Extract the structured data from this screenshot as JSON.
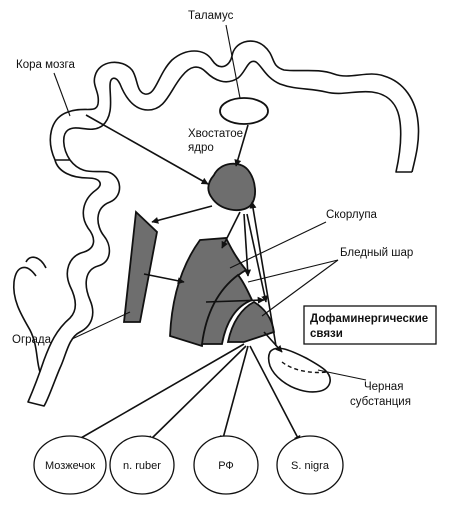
{
  "labels": {
    "thalamus": "Таламус",
    "cortex": "Кора мозга",
    "caudate_line1": "Хвостатое",
    "caudate_line2": "ядро",
    "putamen": "Скорлупа",
    "globus_pallidus": "Бледный шар",
    "claustrum": "Ограда",
    "dopamine_line1": "Дофаминергические",
    "dopamine_line2": "связи",
    "substantia_line1": "Черная",
    "substantia_line2": "субстанция"
  },
  "targets": [
    "Мозжечок",
    "n. ruber",
    "РФ",
    "S. nigra"
  ],
  "colors": {
    "structure_fill": "#6e6e6e",
    "outline": "#111111",
    "background": "#ffffff"
  }
}
